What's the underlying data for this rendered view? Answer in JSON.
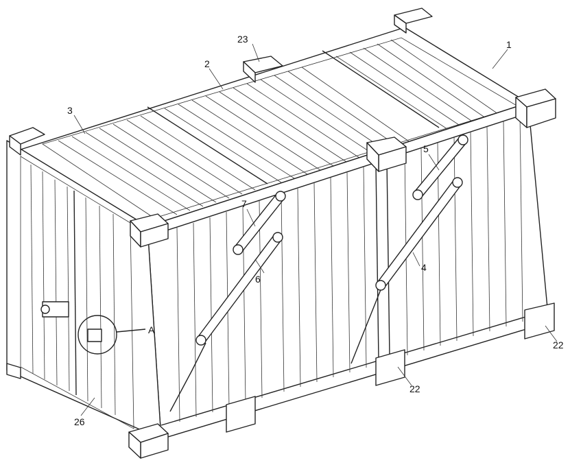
{
  "labels": {
    "l1": "1",
    "l2": "2",
    "l3": "3",
    "l4": "4",
    "l5": "5",
    "l6": "6",
    "l7": "7",
    "l22a": "22",
    "l22b": "22",
    "l23": "23",
    "l26": "26",
    "lA": "A"
  },
  "colors": {
    "line": "#222222",
    "background": "#ffffff"
  }
}
